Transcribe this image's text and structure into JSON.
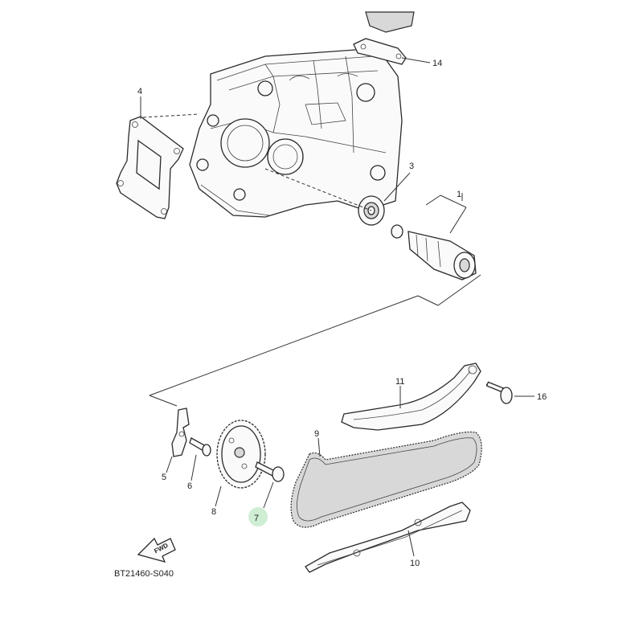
{
  "diagram": {
    "callouts": {
      "p1": "1",
      "p3": "3",
      "p4": "4",
      "p5": "5",
      "p6": "6",
      "p7": "7",
      "p8": "8",
      "p9": "9",
      "p10": "10",
      "p11": "11",
      "p14": "14",
      "p16": "16"
    },
    "fwd_label": "FWD",
    "drawing_code": "BT21460-S040",
    "highlight_color": "#bfe8c4"
  }
}
